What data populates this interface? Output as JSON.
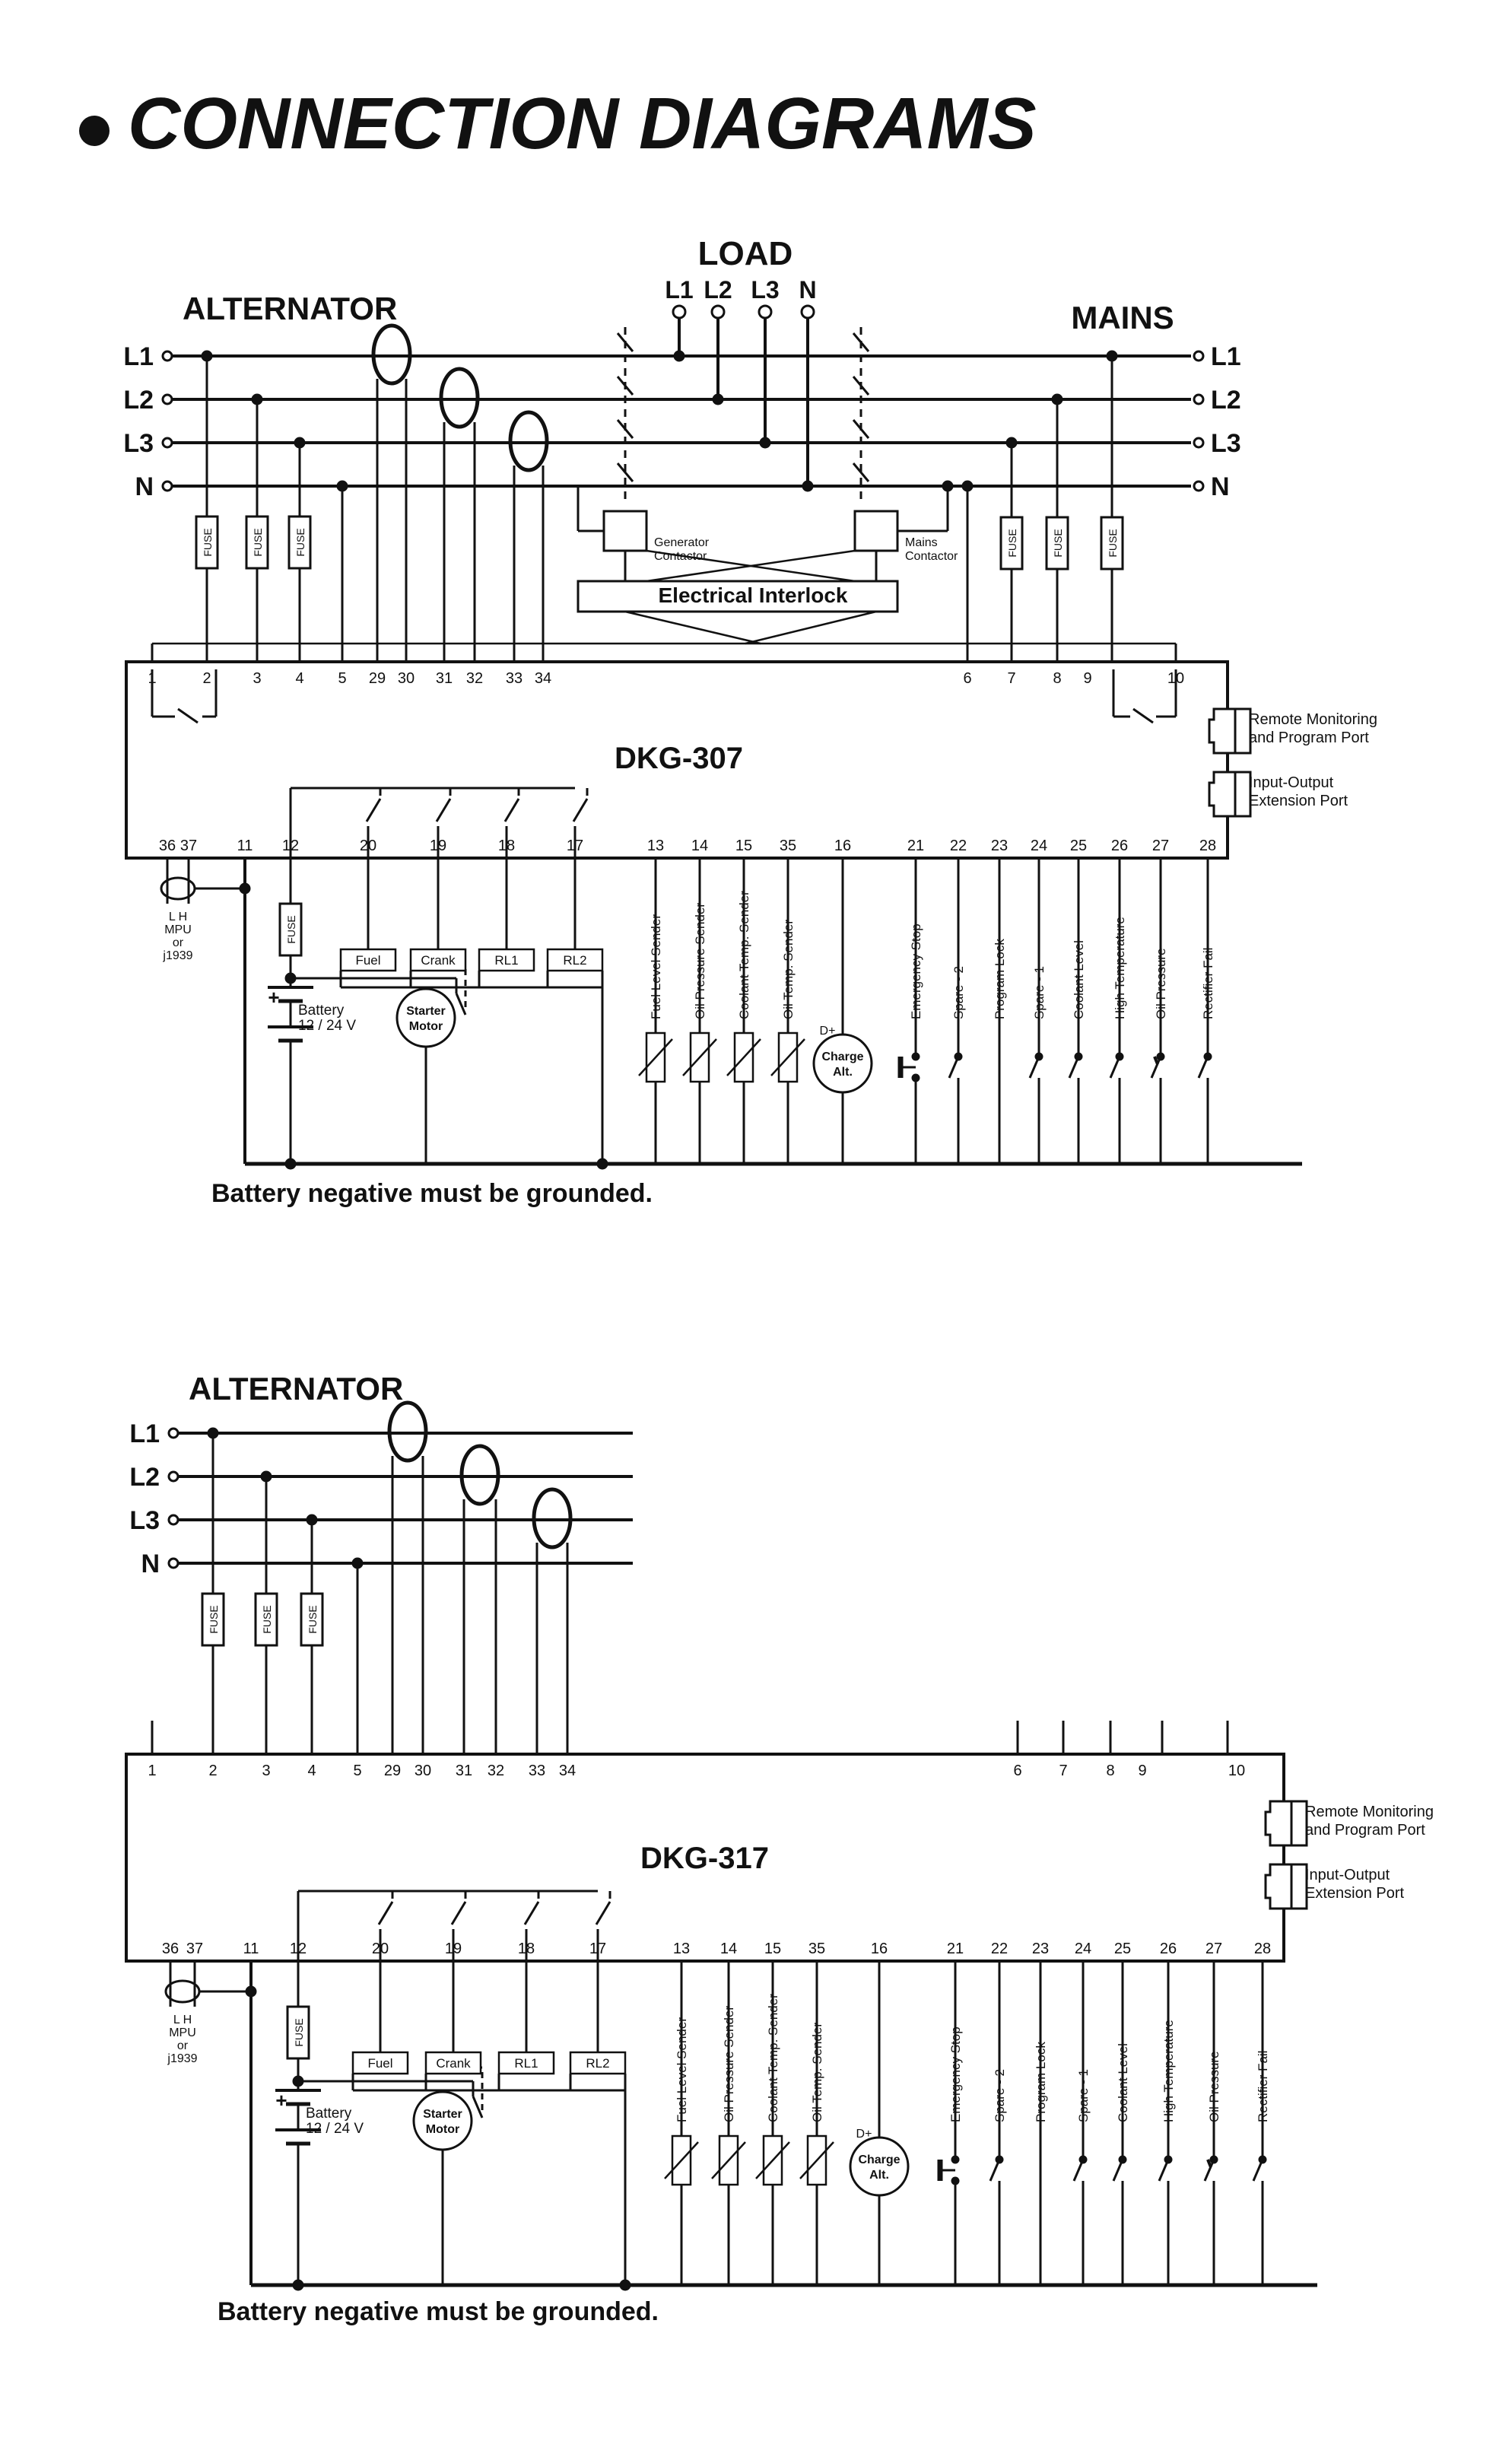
{
  "page": {
    "title": "CONNECTION DIAGRAMS"
  },
  "diagram1": {
    "labels": {
      "load": "LOAD",
      "alternator": "ALTERNATOR",
      "mains": "MAINS",
      "generator_contactor": [
        "Generator",
        "Contactor"
      ],
      "mains_contactor": [
        "Mains",
        "Contactor"
      ],
      "interlock": "Electrical Interlock",
      "controller": "DKG-307",
      "remote_port": [
        "Remote Monitoring",
        "and Program Port"
      ],
      "io_port": [
        "Input-Output",
        "Extension Port"
      ],
      "mpu": [
        "L  H",
        "MPU",
        "or",
        "j1939"
      ],
      "battery": [
        "Battery",
        "12 / 24 V"
      ],
      "starter": [
        "Starter",
        "Motor"
      ],
      "charge": [
        "Charge",
        "Alt."
      ],
      "dplus": "D+",
      "fuse": "FUSE",
      "note": "Battery negative must be grounded."
    },
    "phases_left": [
      "L1",
      "L2",
      "L3",
      "N"
    ],
    "phases_right": [
      "L1",
      "L2",
      "L3",
      "N"
    ],
    "load_terms": [
      "L1",
      "L2",
      "L3",
      "N"
    ],
    "top_terminals": [
      "1",
      "2",
      "3",
      "4",
      "5",
      "29",
      "30",
      "31",
      "32",
      "33",
      "34",
      "6",
      "7",
      "8",
      "9",
      "10"
    ],
    "bottom_terminals": [
      "36",
      "37",
      "11",
      "12",
      "20",
      "19",
      "18",
      "17",
      "13",
      "14",
      "15",
      "35",
      "16",
      "21",
      "22",
      "23",
      "24",
      "25",
      "26",
      "27",
      "28"
    ],
    "relays": [
      "Fuel",
      "Crank",
      "RL1",
      "RL2"
    ],
    "senders": [
      "Fuel Level Sender",
      "Oil Pressure Sender",
      "Coolant Temp. Sender",
      "Oil Temp. Sender"
    ],
    "inputs": [
      "Emergency Stop",
      "Spare - 2",
      "Program Lock",
      "Spare - 1",
      "Coolant Level",
      "High Temperature",
      "Oil Pressure",
      "Rectifier Fail"
    ]
  },
  "diagram2": {
    "labels": {
      "alternator": "ALTERNATOR",
      "controller": "DKG-317",
      "remote_port": [
        "Remote Monitoring",
        "and Program Port"
      ],
      "io_port": [
        "Input-Output",
        "Extension Port"
      ],
      "mpu": [
        "L  H",
        "MPU",
        "or",
        "j1939"
      ],
      "battery": [
        "Battery",
        "12 / 24 V"
      ],
      "starter": [
        "Starter",
        "Motor"
      ],
      "charge": [
        "Charge",
        "Alt."
      ],
      "dplus": "D+",
      "fuse": "FUSE",
      "note": "Battery negative must be grounded."
    },
    "phases_left": [
      "L1",
      "L2",
      "L3",
      "N"
    ],
    "top_terminals": [
      "1",
      "2",
      "3",
      "4",
      "5",
      "29",
      "30",
      "31",
      "32",
      "33",
      "34",
      "6",
      "7",
      "8",
      "9",
      "10"
    ],
    "bottom_terminals": [
      "36",
      "37",
      "11",
      "12",
      "20",
      "19",
      "18",
      "17",
      "13",
      "14",
      "15",
      "35",
      "16",
      "21",
      "22",
      "23",
      "24",
      "25",
      "26",
      "27",
      "28"
    ],
    "relays": [
      "Fuel",
      "Crank",
      "RL1",
      "RL2"
    ],
    "senders": [
      "Fuel Level Sender",
      "Oil Pressure Sender",
      "Coolant Temp. Sender",
      "Oil Temp. Sender"
    ],
    "inputs": [
      "Emergency Stop",
      "Spare - 2",
      "Program Lock",
      "Spare - 1",
      "Coolant Level",
      "High Temperature",
      "Oil Pressure",
      "Rectifier Fail"
    ]
  }
}
